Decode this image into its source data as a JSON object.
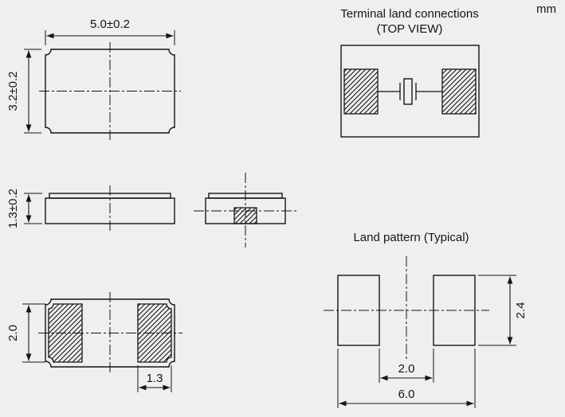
{
  "unit_label": "mm",
  "package": {
    "top_view": {
      "width": "5.0±0.2",
      "height": "3.2±0.2"
    },
    "side_view": {
      "height": "1.3±0.2"
    },
    "bottom_view": {
      "pad_height": "2.0",
      "pad_width": "1.3"
    }
  },
  "terminal_land": {
    "title": "Terminal land connections",
    "subtitle": "(TOP VIEW)"
  },
  "land_pattern": {
    "title": "Land pattern (Typical)",
    "pad_height": "2.4",
    "inner_gap": "2.0",
    "overall_width": "6.0"
  },
  "colors": {
    "background": "#f0efed",
    "line": "#141414"
  }
}
